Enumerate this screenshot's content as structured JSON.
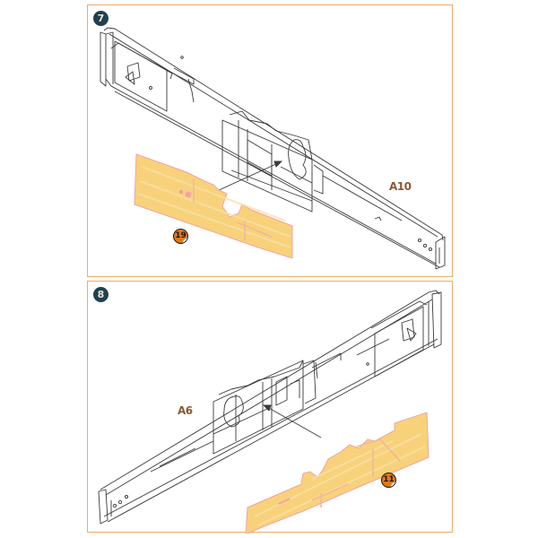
{
  "steps": [
    {
      "number": "7",
      "part_label": "A10",
      "sticker_number": "19",
      "description": "Wooden veneer interior panel attached into left wing section A10"
    },
    {
      "number": "8",
      "part_label": "A6",
      "sticker_number": "11",
      "description": "Wooden veneer interior panel attached into right wing section A6"
    }
  ],
  "colors": {
    "frame_border": "#f2a968",
    "step_badge_bg": "#1f4150",
    "step_badge_text": "#f3e6cf",
    "part_label": "#8a5a35",
    "sticker_bg": "#e8760f",
    "wood_fill": "#f8d27a",
    "wood_outline": "#f2a3a3",
    "line_art": "#3a3a3a"
  }
}
